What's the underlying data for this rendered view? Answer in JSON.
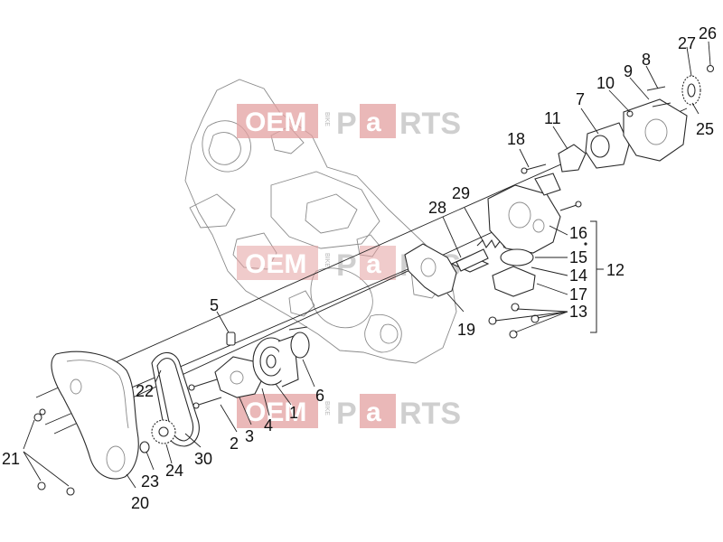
{
  "watermark": {
    "oem": "OEM",
    "bike": "BIKE",
    "p": "P",
    "a": "a",
    "rts": "RTS",
    "color_red": "#e3a0a0",
    "color_gray": "#a9a9a9"
  },
  "callouts": {
    "n1": "1",
    "n2": "2",
    "n3": "3",
    "n4": "4",
    "n5": "5",
    "n6": "6",
    "n7": "7",
    "n8": "8",
    "n9": "9",
    "n10": "10",
    "n11": "11",
    "n12": "12",
    "n13": "13",
    "n14": "14",
    "n15": "15",
    "n16": "16",
    "n17": "17",
    "n18": "18",
    "n19": "19",
    "n20": "20",
    "n21": "21",
    "n22": "22",
    "n23": "23",
    "n24": "24",
    "n25": "25",
    "n26": "26",
    "n27": "27",
    "n28": "28",
    "n29": "29",
    "n30": "30"
  }
}
